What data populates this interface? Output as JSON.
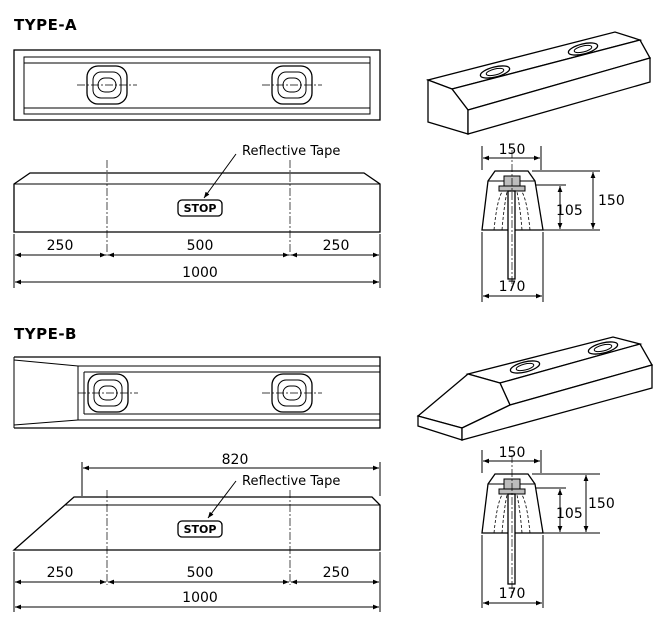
{
  "sections": [
    {
      "title": "TYPE-A",
      "label": "Reflective Tape",
      "stop": "STOP",
      "dims_front": [
        "250",
        "500",
        "250",
        "1000"
      ],
      "dims_side": [
        "150",
        "105",
        "150",
        "170"
      ]
    },
    {
      "title": "TYPE-B",
      "label": "Reflective Tape",
      "stop": "STOP",
      "dims_front": [
        "250",
        "500",
        "250",
        "1000",
        "820"
      ],
      "dims_side": [
        "150",
        "105",
        "150",
        "170"
      ]
    }
  ]
}
